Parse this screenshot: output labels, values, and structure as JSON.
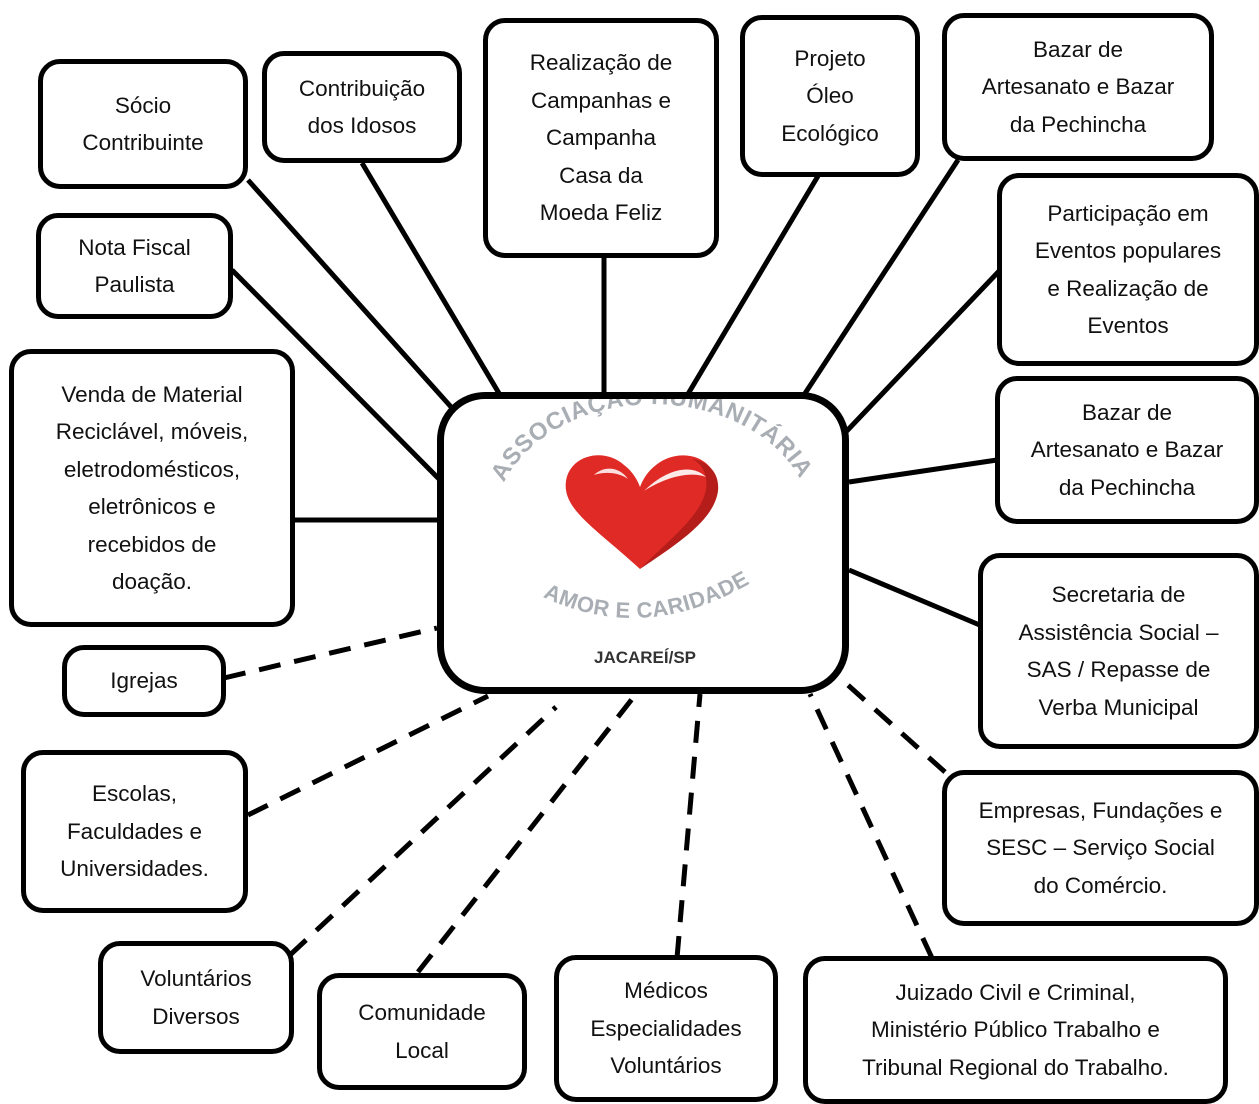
{
  "center": {
    "logo": {
      "arc_top": "ASSOCIAÇÃO HUMANITÁRIA",
      "arc_bottom": "AMOR E CARIDADE",
      "city": "JACAREÍ/SP",
      "colors": {
        "heart": "#e02a25",
        "heart_dark": "#b51d1a",
        "letters": "#a9aeb4",
        "city": "#333333"
      }
    }
  },
  "nodes": {
    "socio": "Sócio\nContribuinte",
    "idosos": "Contribuição\ndos Idosos",
    "campanhas": "Realização de\nCampanhas e\nCampanha\nCasa da\nMoeda Feliz",
    "oleo": "Projeto\nÓleo\nEcológico",
    "bazar_top": "Bazar de\nArtesanato e Bazar\nda Pechincha",
    "eventos": "Participação em\nEventos populares\ne Realização de\nEventos",
    "bazar_right": "Bazar de\nArtesanato e Bazar\nda Pechincha",
    "sas": "Secretaria de\nAssistência Social –\nSAS / Repasse de\nVerba Municipal",
    "empresas": "Empresas, Fundações e\nSESC – Serviço Social\ndo Comércio.",
    "juizado": "Juizado Civil e Criminal,\nMinistério Público Trabalho e\nTribunal Regional do Trabalho.",
    "medicos": "Médicos\nEspecialidades\nVoluntários",
    "comunidade": "Comunidade\nLocal",
    "voluntarios": "Voluntários\nDiversos",
    "escolas": "Escolas,\nFaculdades e\nUniversidades.",
    "igrejas": "Igrejas",
    "reciclavel": "Venda de Material\nReciclável, móveis,\neletrodomésticos,\neletrônicos e\nrecebidos de\ndoação.",
    "nota_fiscal": "Nota Fiscal\nPaulista"
  },
  "edges": [
    {
      "to": "socio",
      "style": "solid"
    },
    {
      "to": "idosos",
      "style": "solid"
    },
    {
      "to": "campanhas",
      "style": "solid"
    },
    {
      "to": "oleo",
      "style": "solid"
    },
    {
      "to": "bazar_top",
      "style": "solid"
    },
    {
      "to": "eventos",
      "style": "solid"
    },
    {
      "to": "bazar_right",
      "style": "solid"
    },
    {
      "to": "sas",
      "style": "solid"
    },
    {
      "to": "reciclavel",
      "style": "solid"
    },
    {
      "to": "nota_fiscal",
      "style": "solid"
    },
    {
      "to": "empresas",
      "style": "dashed"
    },
    {
      "to": "juizado",
      "style": "dashed"
    },
    {
      "to": "medicos",
      "style": "dashed"
    },
    {
      "to": "comunidade",
      "style": "dashed"
    },
    {
      "to": "voluntarios",
      "style": "dashed"
    },
    {
      "to": "escolas",
      "style": "dashed"
    },
    {
      "to": "igrejas",
      "style": "dashed"
    }
  ]
}
